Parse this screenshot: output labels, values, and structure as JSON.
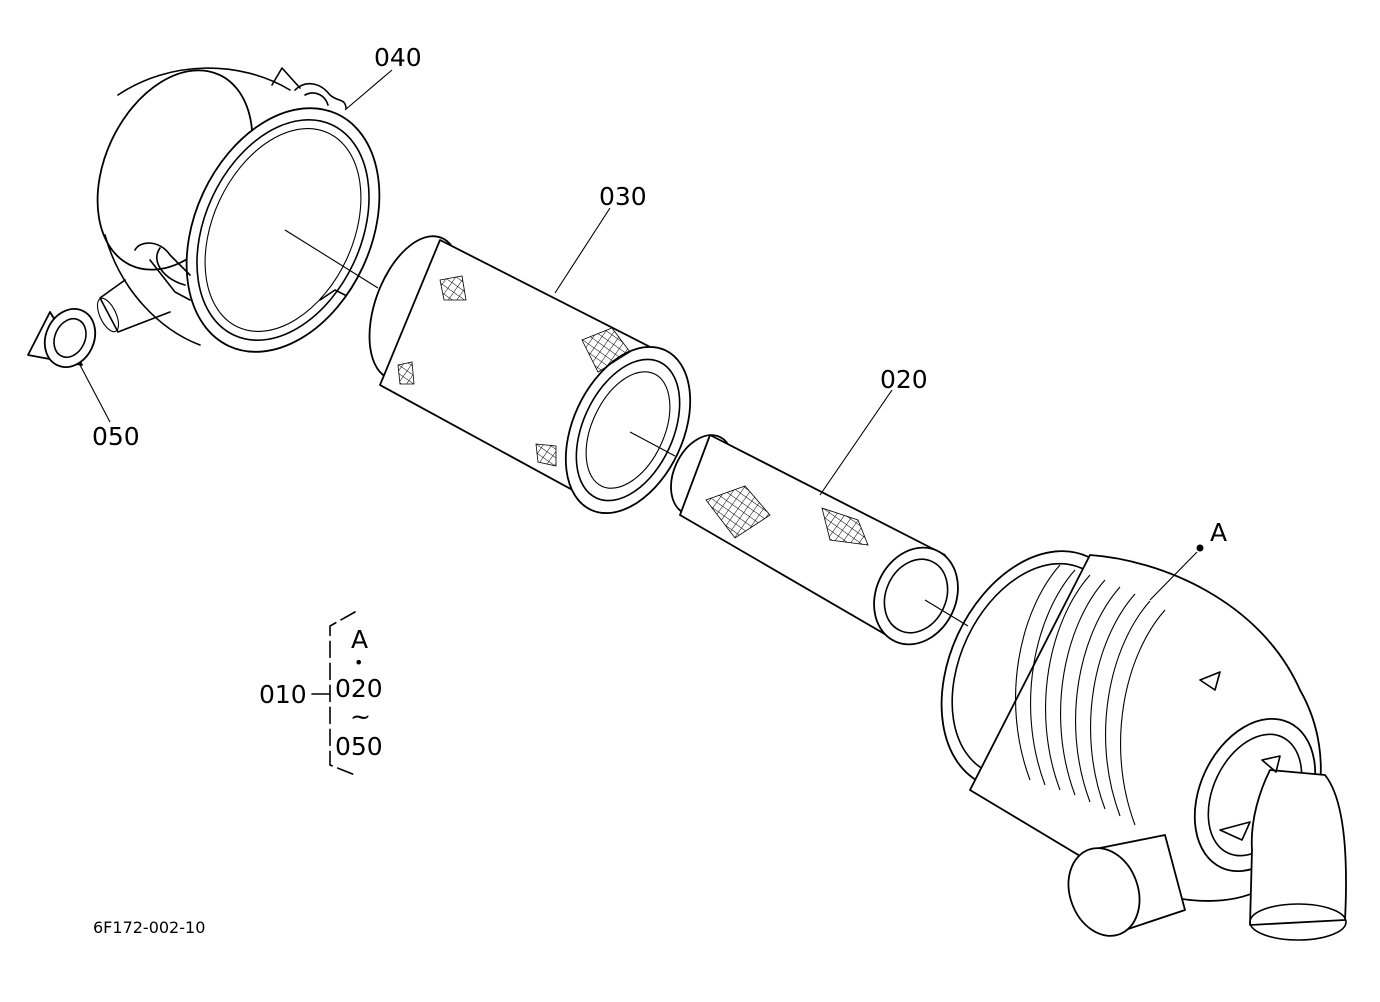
{
  "callouts": {
    "p040": "040",
    "p030": "030",
    "p020": "020",
    "p050": "050",
    "pA": "A"
  },
  "assembly": {
    "label": "010",
    "ref_a": "A",
    "dot": "•",
    "from": "020",
    "tilde": "~",
    "to": "050"
  },
  "footer": {
    "drawing_number": "6F172-002-10"
  }
}
